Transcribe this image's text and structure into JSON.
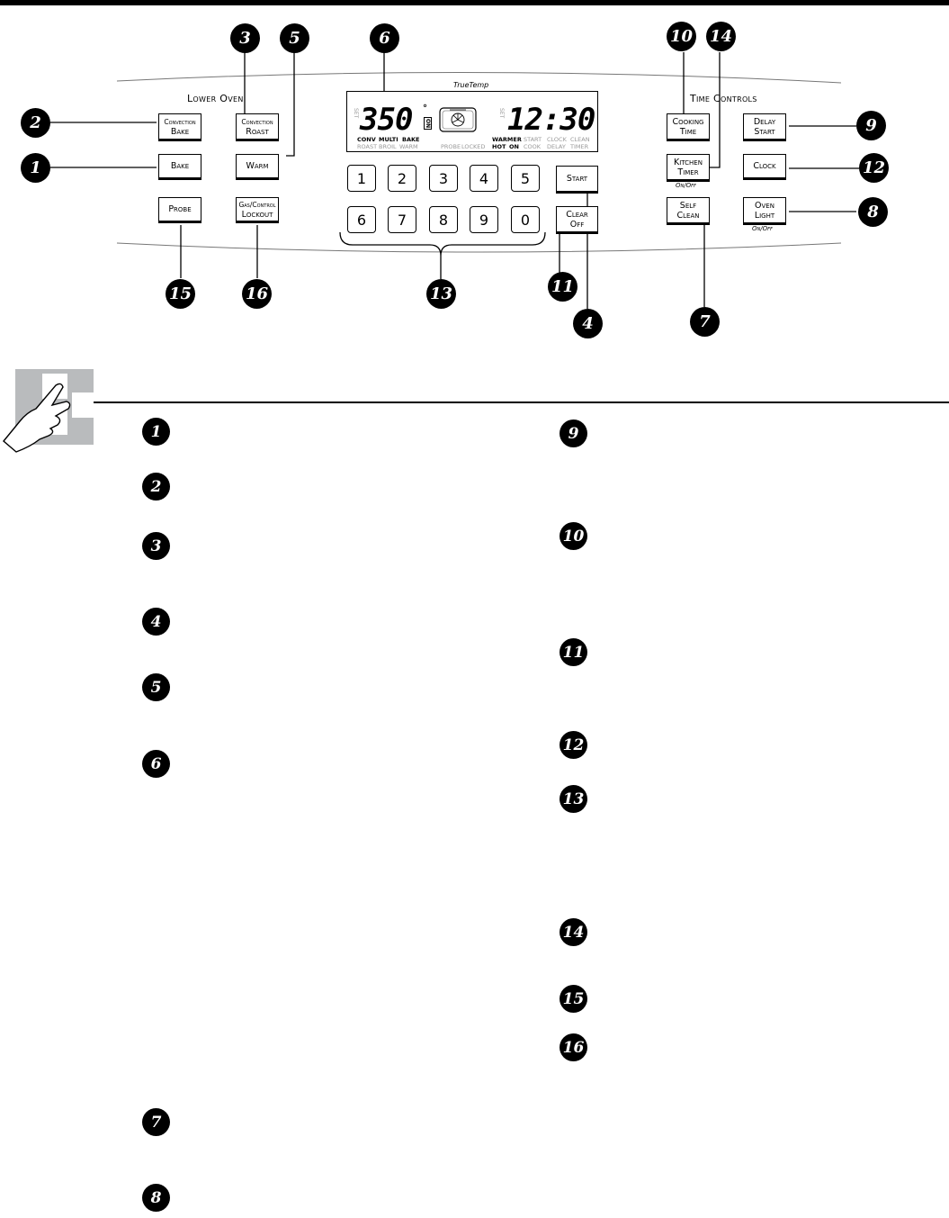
{
  "panel": {
    "lower_oven_label": "Lower Oven",
    "time_controls_label": "Time Controls",
    "truetemp_label": "TrueTemp",
    "buttons": {
      "convection_bake": [
        "Convection",
        "Bake"
      ],
      "convection_roast": [
        "Convection",
        "Roast"
      ],
      "bake": "Bake",
      "warm": "Warm",
      "probe": "Probe",
      "gas_control_lockout": [
        "Gas/Control",
        "Lockout"
      ],
      "start": "Start",
      "clear_off": [
        "Clear",
        "Off"
      ],
      "cooking_time": [
        "Cooking",
        "Time"
      ],
      "delay_start": [
        "Delay",
        "Start"
      ],
      "kitchen_timer": [
        "Kitchen",
        "Timer"
      ],
      "clock": "Clock",
      "self_clean": [
        "Self",
        "Clean"
      ],
      "oven_light": [
        "Oven",
        "Light"
      ]
    },
    "on_off_note": "On/Off",
    "number_keys": [
      "1",
      "2",
      "3",
      "4",
      "5",
      "6",
      "7",
      "8",
      "9",
      "0"
    ],
    "display": {
      "temperature": "350",
      "degree": "°",
      "on_indicator": "ON",
      "time": "12:30",
      "set_label_left": "SET",
      "set_label_right": "SET",
      "row1_left": [
        "CONV",
        "MULTI",
        "BAKE"
      ],
      "row2_left": [
        "ROAST",
        "BROIL",
        "WARM"
      ],
      "probe_locked": [
        "PROBE",
        "LOCKED"
      ],
      "row1_right_bold": [
        "WARMER",
        "START",
        "CLOCK",
        "CLEAN"
      ],
      "row2_right": [
        "HOT",
        "ON",
        "COOK",
        "DELAY",
        "TIMER"
      ]
    }
  },
  "callouts": {
    "top": [
      "1",
      "2",
      "3",
      "4",
      "5",
      "6",
      "7",
      "8",
      "9",
      "10",
      "11",
      "12",
      "13",
      "14",
      "15",
      "16"
    ]
  },
  "list_left": [
    "1",
    "2",
    "3",
    "4",
    "5",
    "6",
    "7",
    "8"
  ],
  "list_right": [
    "9",
    "10",
    "11",
    "12",
    "13",
    "14",
    "15",
    "16"
  ]
}
